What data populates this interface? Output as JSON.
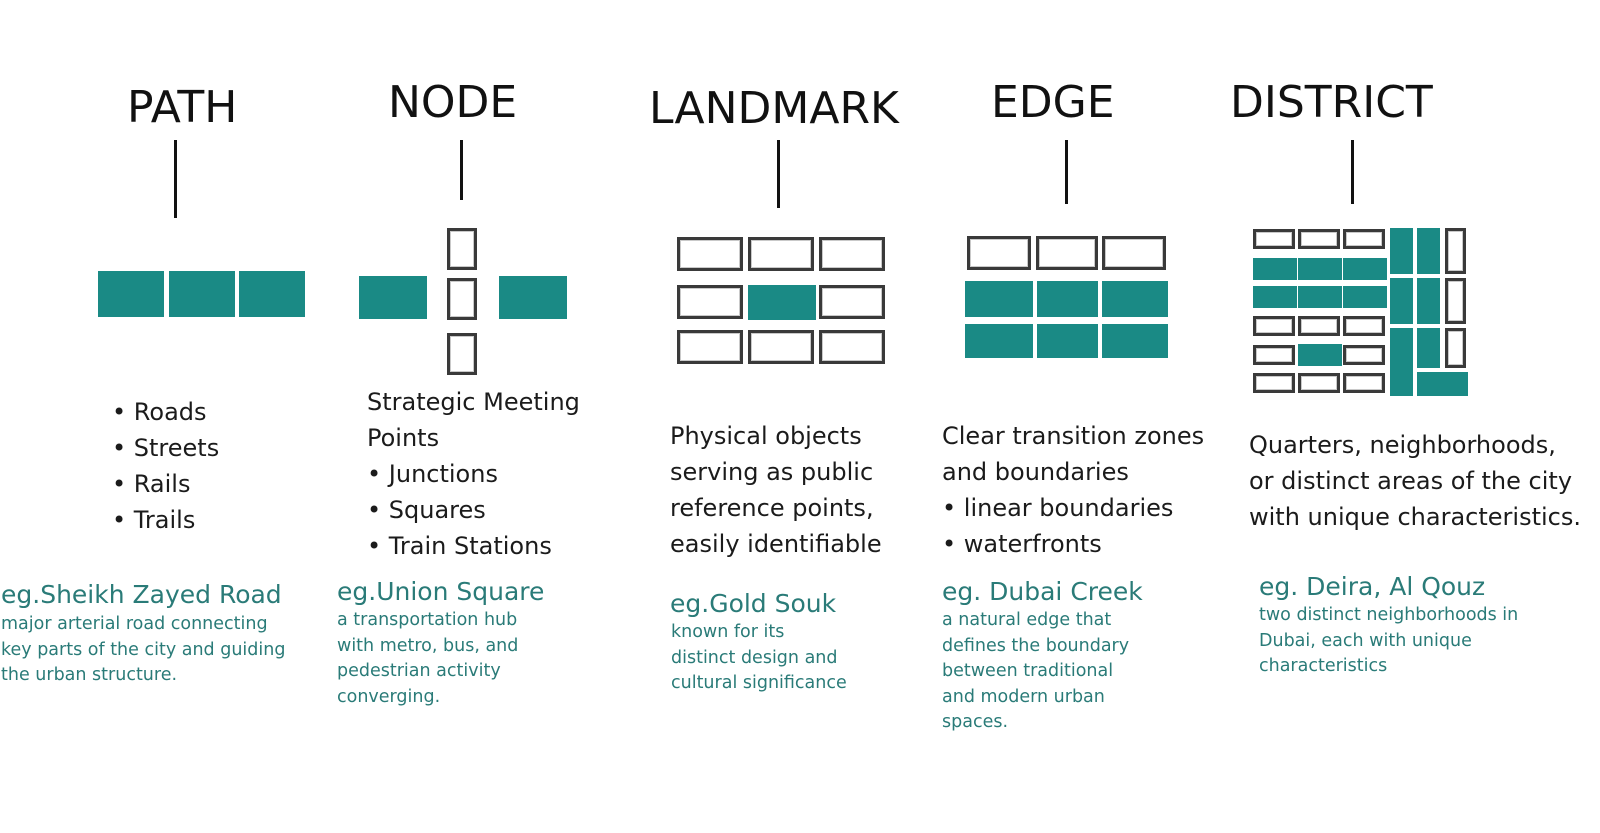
{
  "colors": {
    "accent_teal": "#1a8a85",
    "example_text": "#2a7b78",
    "outline": "#3a3a3a"
  },
  "columns": [
    {
      "title": "PATH",
      "description": [
        "• Roads",
        "• Streets",
        "• Rails",
        "• Trails"
      ],
      "example_title": "eg.Sheikh Zayed Road",
      "example_body": [
        "major arterial road connecting",
        "key parts of the city and guiding",
        "the urban structure."
      ]
    },
    {
      "title": "NODE",
      "description": [
        "Strategic Meeting",
        "Points",
        "• Junctions",
        "• Squares",
        "• Train Stations"
      ],
      "example_title": "eg.Union Square",
      "example_body": [
        " a transportation hub",
        "with metro, bus, and",
        "pedestrian activity",
        "converging."
      ]
    },
    {
      "title": "LANDMARK",
      "description": [
        "Physical objects",
        "serving as public",
        "reference points,",
        "easily identifiable"
      ],
      "example_title": "eg.Gold Souk",
      "example_body": [
        "known for its",
        "distinct design and",
        "cultural significance"
      ]
    },
    {
      "title": "EDGE",
      "description": [
        "Clear transition zones",
        "and boundaries",
        "• linear boundaries",
        "• waterfronts"
      ],
      "example_title": "eg. Dubai Creek",
      "example_body": [
        "a natural edge that",
        "defines the boundary",
        "between traditional",
        "and modern urban",
        "spaces."
      ]
    },
    {
      "title": "DISTRICT",
      "description": [
        "Quarters, neighborhoods,",
        "or distinct areas of the city",
        "with unique characteristics."
      ],
      "example_title": "eg. Deira, Al Qouz",
      "example_body": [
        "two distinct neighborhoods in",
        "Dubai, each with unique",
        "characteristics"
      ]
    }
  ]
}
